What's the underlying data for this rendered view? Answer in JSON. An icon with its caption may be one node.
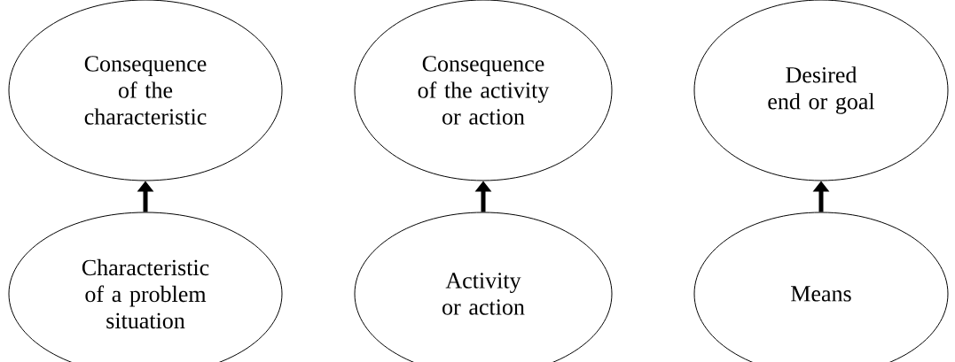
{
  "diagram": {
    "nodes": [
      {
        "text": [
          "Consequence of the characteristic"
        ]
      },
      {
        "text": [
          "Characteristic of a problem situation"
        ]
      },
      {
        "text": [
          "Consequence of the activity or action"
        ]
      },
      {
        "text": [
          "Activity or action"
        ]
      },
      {
        "text": [
          "Desired end or goal"
        ]
      },
      {
        "text": [
          "Means"
        ]
      }
    ],
    "edges": [
      {
        "from": 1,
        "to": 0,
        "arrow": "to"
      },
      {
        "from": 3,
        "to": 2,
        "arrow": "to"
      },
      {
        "from": 5,
        "to": 4,
        "arrow": "to"
      }
    ]
  }
}
